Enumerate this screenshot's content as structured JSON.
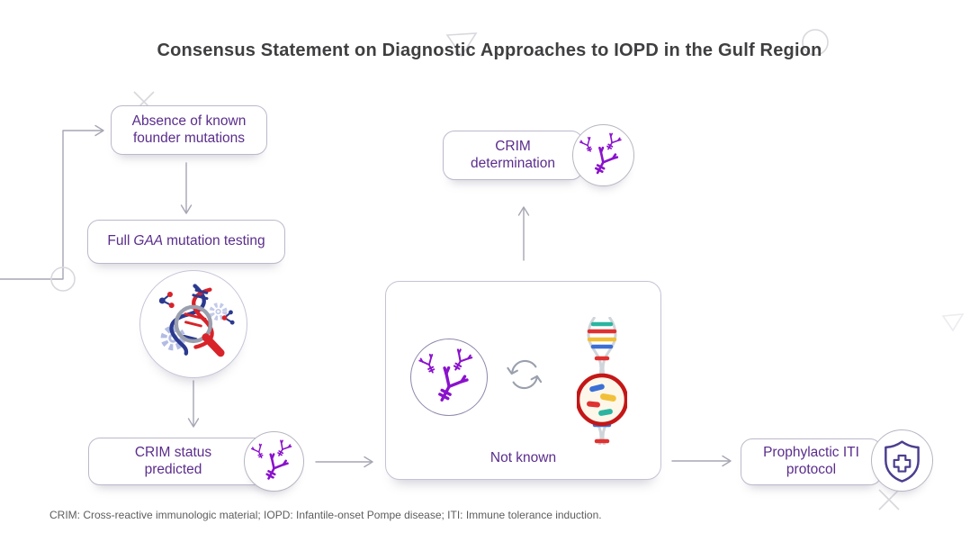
{
  "title": "Consensus Statement on Diagnostic Approaches to IOPD in the Gulf Region",
  "footnote": "CRIM: Cross-reactive immunologic material; IOPD: Infantile-onset Pompe disease; ITI: Immune tolerance induction.",
  "nodes": {
    "absence": {
      "label": "Absence of known founder mutations"
    },
    "gaa": {
      "pre": "Full",
      "gene": "GAA",
      "post": "mutation testing"
    },
    "crim_status": {
      "label": "CRIM status predicted"
    },
    "crim_determination": {
      "label": "CRIM determination"
    },
    "not_known": {
      "label": "Not known"
    },
    "prophylactic": {
      "label": "Prophylactic ITI protocol"
    }
  },
  "icons": {
    "antibody_cluster": "three purple Y-shaped antibodies",
    "genetic_testing": "DNA helix with magnifying glass, gears and molecules",
    "cycle_arrows": "two curved arrows forming a circle",
    "dna_magnified": "multicolor DNA strand with red magnifier circle",
    "shield_cross": "shield outline with medical plus cross"
  },
  "theme": {
    "text_purple": "#5a2d8c",
    "antibody_purple": "#8a12cc",
    "title_gray": "#3f3f41",
    "footnote_gray": "#5d5d5d",
    "box_border": "#bdb8cb",
    "arrow_gray": "#a6a6b4",
    "decoration_gray": "#d8d8dd",
    "red_accent": "#c41717"
  }
}
